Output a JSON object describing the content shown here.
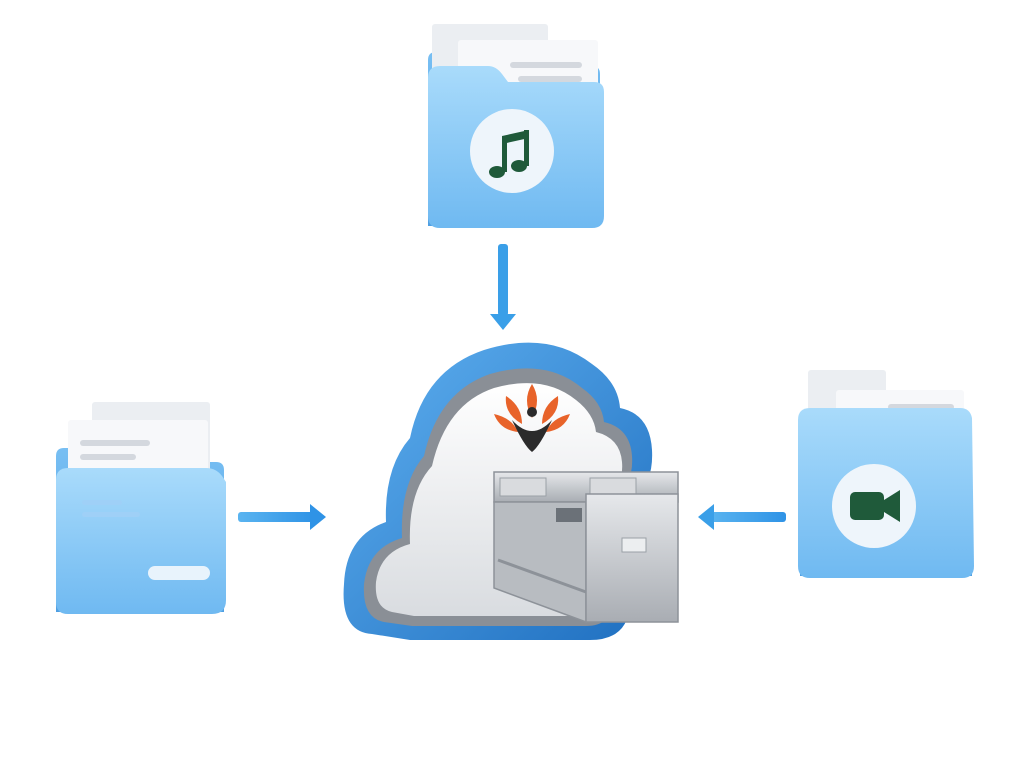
{
  "diagram": {
    "nodes": [
      {
        "name": "folder-music",
        "icon": "music-note-icon"
      },
      {
        "name": "folder-document",
        "icon": "document-lines-icon"
      },
      {
        "name": "folder-video",
        "icon": "video-camera-icon"
      },
      {
        "name": "cloud-storage",
        "icon": "file-cabinet-icon",
        "logo": "lotus-person-logo"
      }
    ],
    "edges": [
      {
        "from": "folder-music",
        "to": "cloud-storage",
        "direction": "down"
      },
      {
        "from": "folder-document",
        "to": "cloud-storage",
        "direction": "right"
      },
      {
        "from": "folder-video",
        "to": "cloud-storage",
        "direction": "left"
      }
    ],
    "colors": {
      "folder_front": "#7ec4f5",
      "folder_back": "#5aa8e8",
      "arrow": "#3a9fe8",
      "cloud_shell": "#2f86d6",
      "cloud_face": "#f3f4f6",
      "logo_orange": "#e8632a",
      "logo_dark": "#2b2b2b",
      "icon_green": "#1f5a3a",
      "cabinet": "#c9cbcf"
    }
  }
}
